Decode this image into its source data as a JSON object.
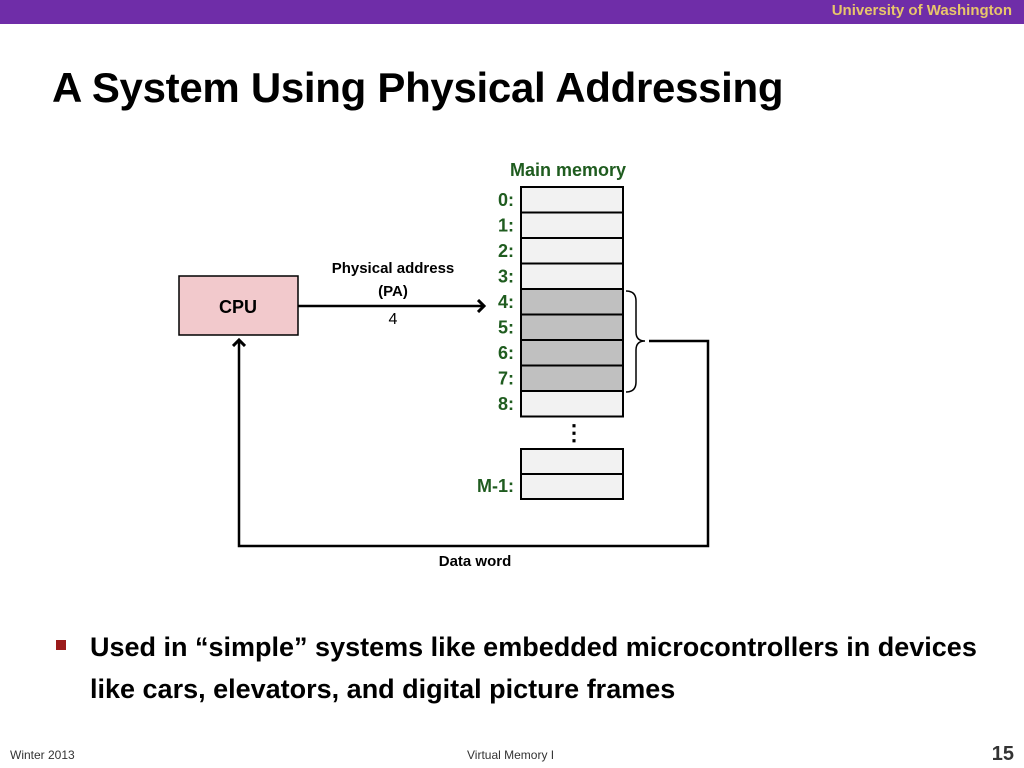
{
  "header": {
    "university": "University of Washington",
    "bar_color": "#6f2da8",
    "text_color": "#e8c66b"
  },
  "slide": {
    "title": "A System Using Physical Addressing"
  },
  "diagram": {
    "memory_label": "Main memory",
    "cpu_label": "CPU",
    "pa_label_line1": "Physical address",
    "pa_label_line2": "(PA)",
    "pa_value": "4",
    "data_word_label": "Data word",
    "ellipsis": "⋮",
    "addresses": [
      "0:",
      "1:",
      "2:",
      "3:",
      "4:",
      "5:",
      "6:",
      "7:",
      "8:"
    ],
    "highlighted_rows": [
      4,
      5,
      6,
      7
    ],
    "last_address": "M-1:",
    "colors": {
      "cpu_fill": "#f2c9cc",
      "cell_fill": "#f2f2f2",
      "cell_highlight": "#c0c0c0",
      "label_green": "#1f5c1f"
    }
  },
  "bullets": [
    "Used in “simple” systems like embedded microcontrollers in devices like cars, elevators, and digital picture frames"
  ],
  "footer": {
    "left": "Winter 2013",
    "center": "Virtual Memory I",
    "page_number": "15"
  }
}
